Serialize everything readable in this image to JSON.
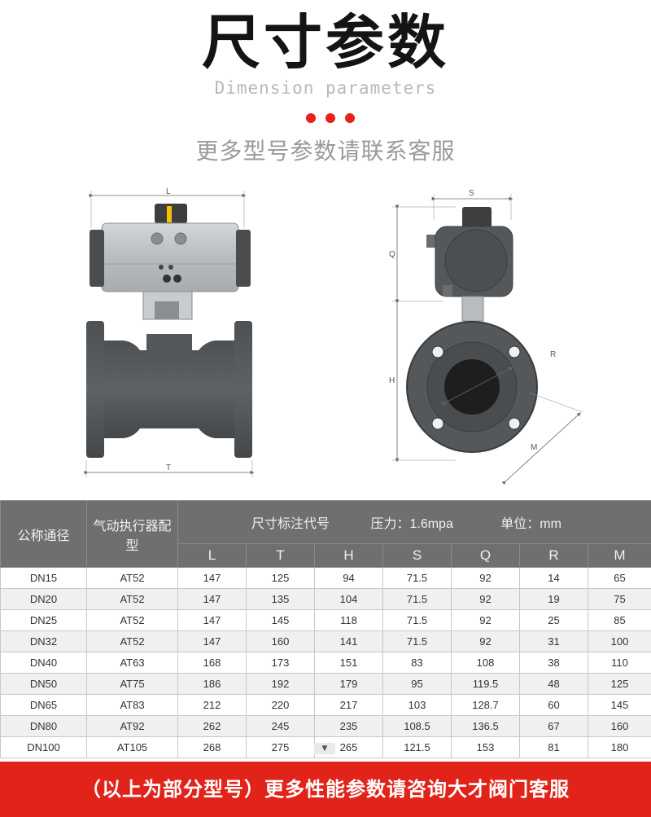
{
  "header": {
    "title": "尺寸参数",
    "subtitle_en": "Dimension parameters",
    "subtitle_cn": "更多型号参数请联系客服"
  },
  "drawing": {
    "front_labels": {
      "top": "L",
      "bottom": "T"
    },
    "side_labels": {
      "top": "S",
      "q": "Q",
      "h": "H",
      "r": "R",
      "m": "M"
    }
  },
  "table": {
    "header": {
      "col_dn": "公称通径",
      "col_actuator": "气动执行器配型",
      "spec_title": "尺寸标注代号",
      "pressure": "压力：1.6mpa",
      "unit": "单位：mm"
    },
    "dim_cols": [
      "L",
      "T",
      "H",
      "S",
      "Q",
      "R",
      "M"
    ],
    "rows": [
      [
        "DN15",
        "AT52",
        "147",
        "125",
        "94",
        "71.5",
        "92",
        "14",
        "65"
      ],
      [
        "DN20",
        "AT52",
        "147",
        "135",
        "104",
        "71.5",
        "92",
        "19",
        "75"
      ],
      [
        "DN25",
        "AT52",
        "147",
        "145",
        "118",
        "71.5",
        "92",
        "25",
        "85"
      ],
      [
        "DN32",
        "AT52",
        "147",
        "160",
        "141",
        "71.5",
        "92",
        "31",
        "100"
      ],
      [
        "DN40",
        "AT63",
        "168",
        "173",
        "151",
        "83",
        "108",
        "38",
        "110"
      ],
      [
        "DN50",
        "AT75",
        "186",
        "192",
        "179",
        "95",
        "119.5",
        "48",
        "125"
      ],
      [
        "DN65",
        "AT83",
        "212",
        "220",
        "217",
        "103",
        "128.7",
        "60",
        "145"
      ],
      [
        "DN80",
        "AT92",
        "262",
        "245",
        "235",
        "108.5",
        "136.5",
        "67",
        "160"
      ],
      [
        "DN100",
        "AT105",
        "268",
        "275",
        "265",
        "121.5",
        "153",
        "81",
        "180"
      ]
    ]
  },
  "footer": {
    "banner": "（以上为部分型号）更多性能参数请咨询大才阀门客服"
  },
  "colors": {
    "accent": "#e2231a",
    "header_bg": "#6f6f6f"
  }
}
